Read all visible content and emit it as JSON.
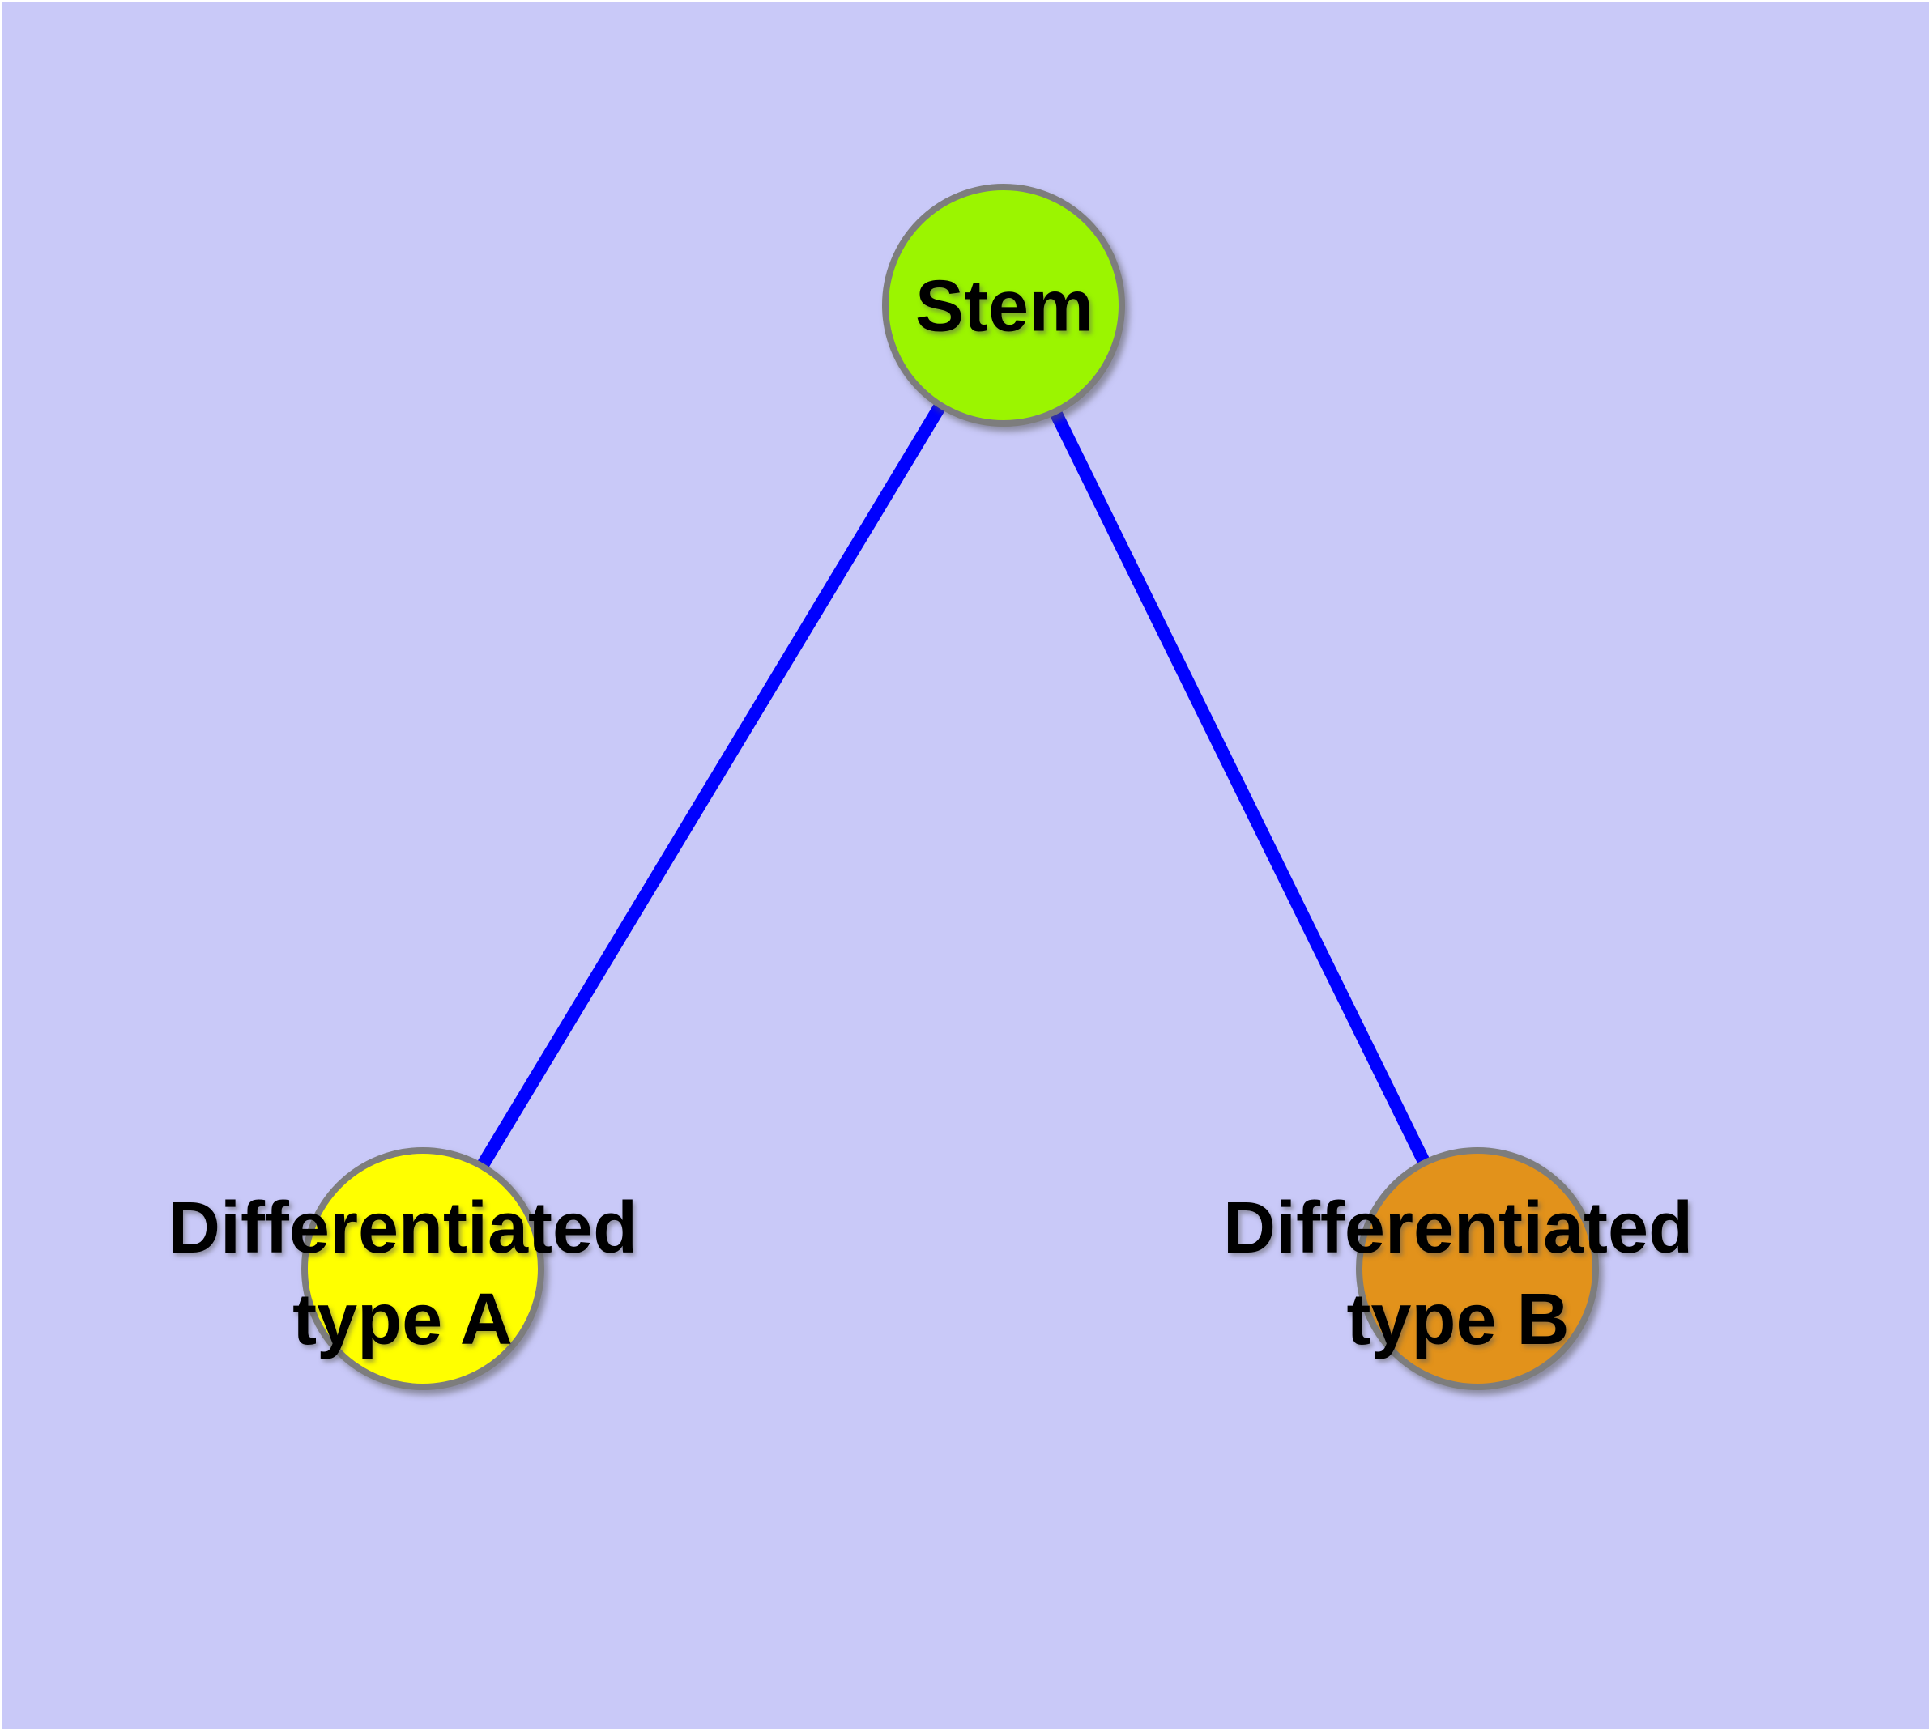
{
  "canvas": {
    "background": "#C9C9F8",
    "frame_color": "#FFFFFF"
  },
  "graph": {
    "nodes": [
      {
        "id": "stem",
        "label": "Stem",
        "fill": "#9BF500"
      },
      {
        "id": "type_a",
        "label": "Differentiated type A",
        "label_line1": "Differentiated",
        "label_line2": "type A",
        "fill": "#FFFF00"
      },
      {
        "id": "type_b",
        "label": "Differentiated type B",
        "label_line1": "Differentiated",
        "label_line2": "type B",
        "fill": "#E2921B"
      }
    ],
    "edges": [
      {
        "from": "Stem",
        "to": "Differentiated type A"
      },
      {
        "from": "Stem",
        "to": "Differentiated type B"
      }
    ],
    "edge_color": "#0000FF",
    "node_border_color": "#7D7D7D",
    "text_color": "#000000"
  }
}
